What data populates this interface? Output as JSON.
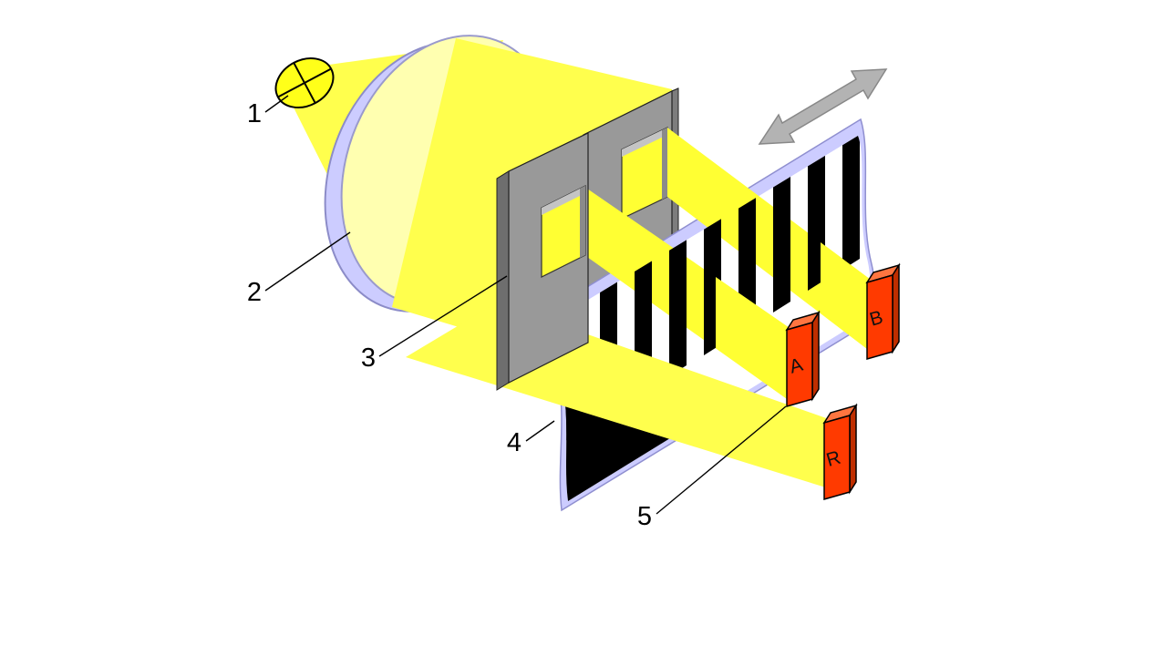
{
  "labels": {
    "part1": "1",
    "part2": "2",
    "part3": "3",
    "part4": "4",
    "part5": "5"
  },
  "detectors": {
    "a": "A",
    "b": "B",
    "r": "R"
  },
  "colors": {
    "light_yellow": "#FFFF4D",
    "bright_yellow": "#FFFF19",
    "beam_yellow": "#FFFF33",
    "pale_lens_yellow": "#FFFFB0",
    "lavender": "#CCCCFF",
    "mask_gray": "#999999",
    "detector_red": "#FF3A00",
    "detector_red_dark": "#BF2E00",
    "detector_red_light": "#FF7540",
    "arrow_gray": "#B3B3B3",
    "stripe_black": "#000000"
  }
}
